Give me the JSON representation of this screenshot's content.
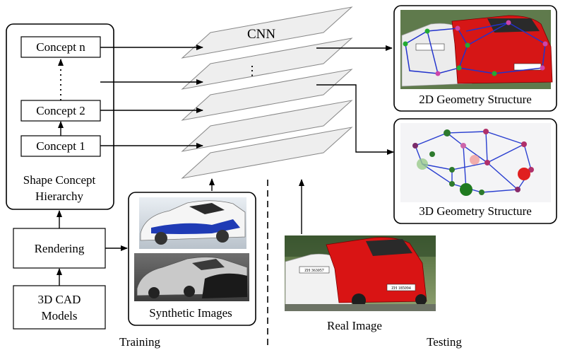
{
  "hierarchy": {
    "concept_n": "Concept n",
    "concept_2": "Concept 2",
    "concept_1": "Concept 1",
    "title_line1": "Shape Concept",
    "title_line2": "Hierarchy"
  },
  "pipeline": {
    "rendering": "Rendering",
    "cad_line1": "3D CAD",
    "cad_line2": "Models"
  },
  "cnn": {
    "label": "CNN",
    "ellipsis": "⋮"
  },
  "synthetic": {
    "label": "Synthetic Images"
  },
  "real": {
    "label": "Real Image",
    "plate_left": "ZH 363057",
    "plate_right": "ZH 185094"
  },
  "outputs": {
    "geometry_2d": "2D Geometry Structure",
    "geometry_3d": "3D Geometry Structure"
  },
  "phases": {
    "training": "Training",
    "testing": "Testing"
  }
}
